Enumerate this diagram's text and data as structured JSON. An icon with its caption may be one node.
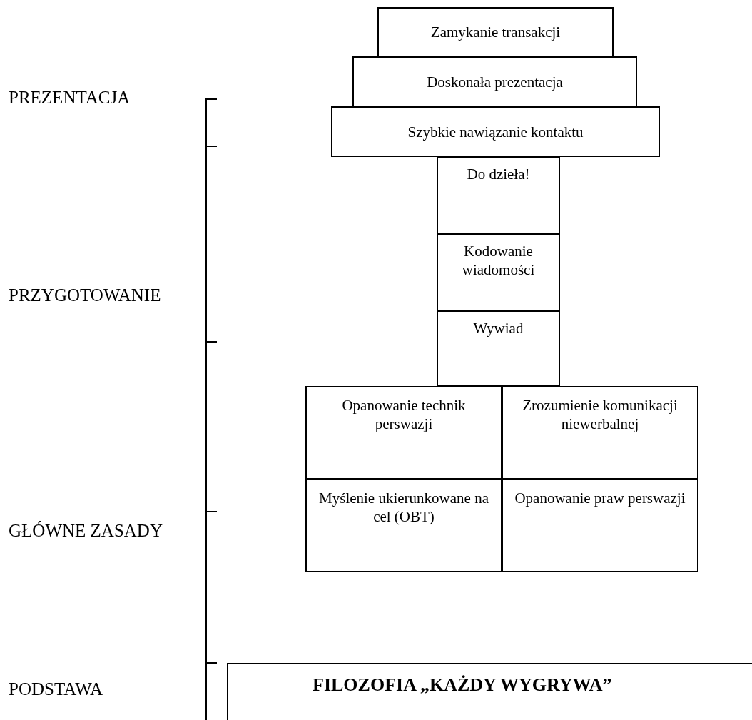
{
  "diagram": {
    "nodes": [
      {
        "text": [
          "Zamykanie transakcji"
        ]
      },
      {
        "text": [
          "Doskonała prezentacja"
        ]
      },
      {
        "text": [
          "Szybkie nawiązanie kontaktu"
        ]
      },
      {
        "text": [
          "Do dzieła!"
        ]
      },
      {
        "text": [
          "Kodowanie wiadomości"
        ]
      },
      {
        "text": [
          "Wywiad"
        ]
      },
      {
        "text": [
          "Opanowanie technik perswazji"
        ]
      },
      {
        "text": [
          "Zrozumienie komunikacji niewerbalnej"
        ]
      },
      {
        "text": [
          "Myślenie ukierunkowane na cel (OBT)"
        ]
      },
      {
        "text": [
          "Opanowanie praw perswazji"
        ]
      },
      {
        "text": [
          "FILOZOFIA „KAŻDY WYGRYWA”"
        ]
      }
    ],
    "labels": [
      "PREZENTACJA",
      "PRZYGOTOWANIE",
      "GŁÓWNE ZASADY",
      "PODSTAWA"
    ]
  }
}
